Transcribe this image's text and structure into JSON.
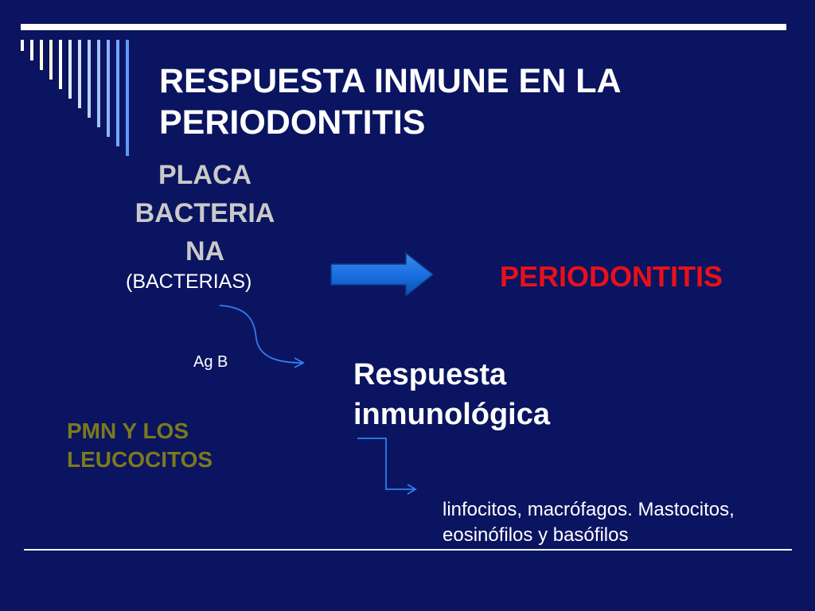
{
  "slide": {
    "title_lines": [
      "RESPUESTA INMUNE EN LA",
      "PERIODONTITIS"
    ],
    "source_lines": [
      "PLACA",
      "BACTERIA",
      "NA"
    ],
    "source_sub": "(BACTERIAS)",
    "result": "PERIODONTITIS",
    "antigen_label": "Ag B",
    "response_lines": [
      "Respuesta",
      "inmunológica"
    ],
    "cells_group_lines": [
      "PMN Y LOS",
      "LEUCOCITOS"
    ],
    "cell_types_lines": [
      "linfocitos,  macrófagos. Mastocitos,",
      "eosinófilos y basófilos"
    ]
  },
  "colors": {
    "background": "#0b1460",
    "title": "#ffffff",
    "source": "#c9c9c9",
    "result": "#e8101a",
    "cells_group": "#7a7a1e",
    "arrow": "#1a6fe0"
  },
  "icons": {
    "big_arrow": "right-arrow-icon",
    "curve_arrow": "curved-arrow-icon",
    "elbow_arrow": "elbow-arrow-icon"
  }
}
